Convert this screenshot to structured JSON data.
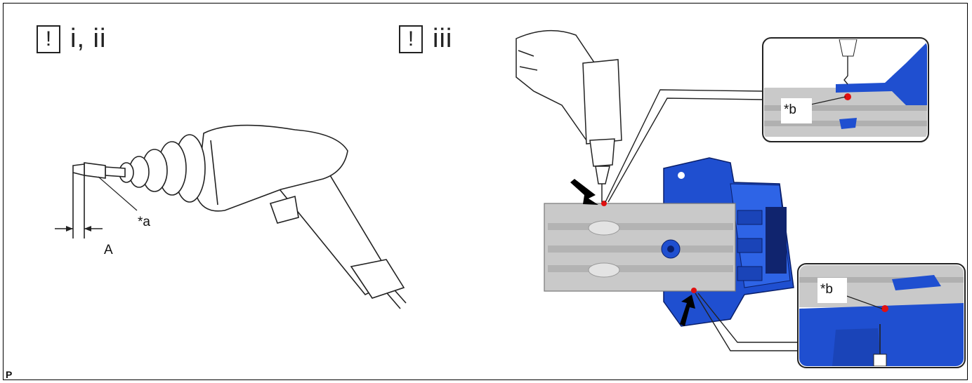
{
  "steps": [
    {
      "icon": "!",
      "label": "i, ii"
    },
    {
      "icon": "!",
      "label": "iii"
    }
  ],
  "labels": {
    "callout_a": "*a",
    "dimension_a": "A",
    "callout_b_top": "*b",
    "callout_b_bottom": "*b"
  },
  "footer": "P",
  "colors": {
    "bracket_blue": "#1f4fd0",
    "bumper_gray": "#c9c9c9",
    "hole_red": "#e01010"
  }
}
